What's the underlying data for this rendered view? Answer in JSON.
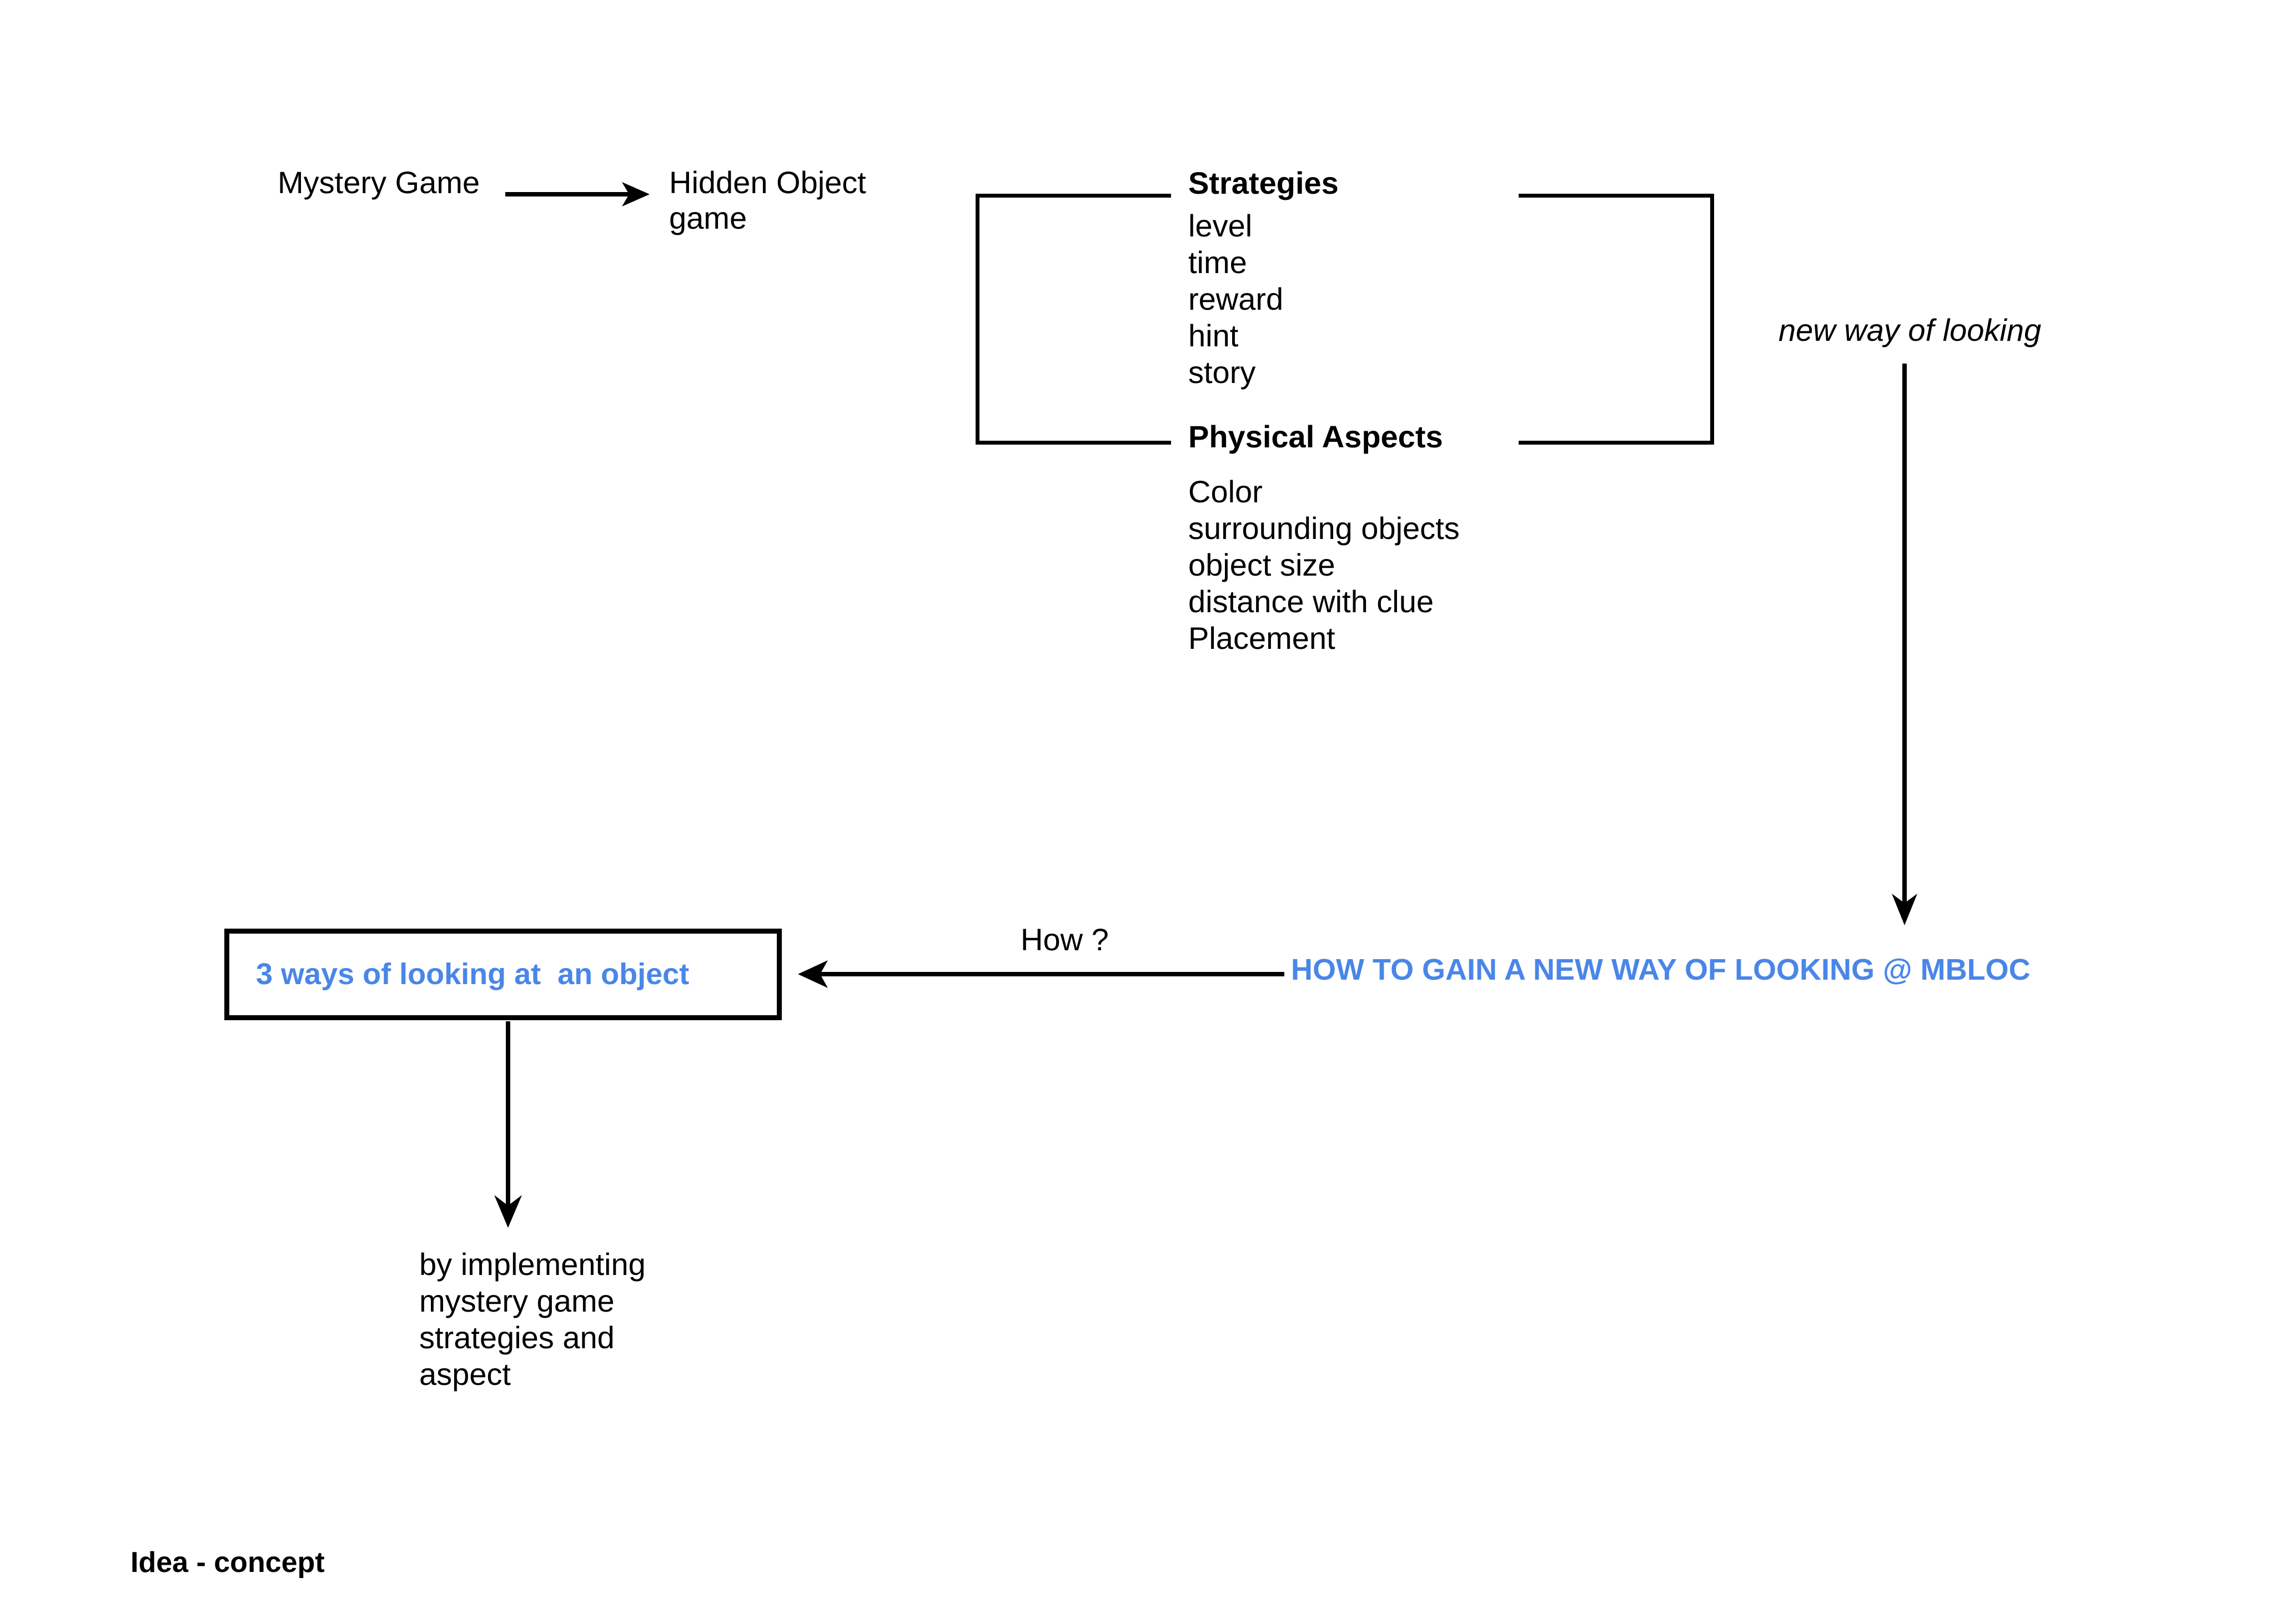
{
  "page": {
    "footer_label": "Idea - concept",
    "background": "#ffffff",
    "accent_blue": "#4a86e8",
    "stroke_color": "#000000"
  },
  "flow_top": {
    "source_label": "Mystery Game",
    "target_label_line1": "Hidden Object",
    "target_label_line2": "game",
    "arrow_name": "mystery-to-hidden-object-arrow"
  },
  "bracket_group": {
    "left_bracket_name": "left-bracket",
    "right_bracket_name": "right-bracket",
    "strategies": {
      "heading": "Strategies",
      "items": [
        "level",
        "time",
        "reward",
        "hint",
        "story"
      ]
    },
    "physical_aspects": {
      "heading": "Physical Aspects",
      "items": [
        "Color",
        "surrounding objects",
        "object size",
        "distance with clue",
        "Placement"
      ]
    },
    "outcome_label": "new way of looking"
  },
  "flow_bottom": {
    "question_label": "How ?",
    "goal_label": "HOW TO GAIN A NEW WAY OF LOOKING @ MBLOC",
    "boxed_label": "3 ways of looking at  an object",
    "method_lines": [
      "by implementing",
      "mystery game",
      "strategies and",
      "aspect"
    ]
  }
}
